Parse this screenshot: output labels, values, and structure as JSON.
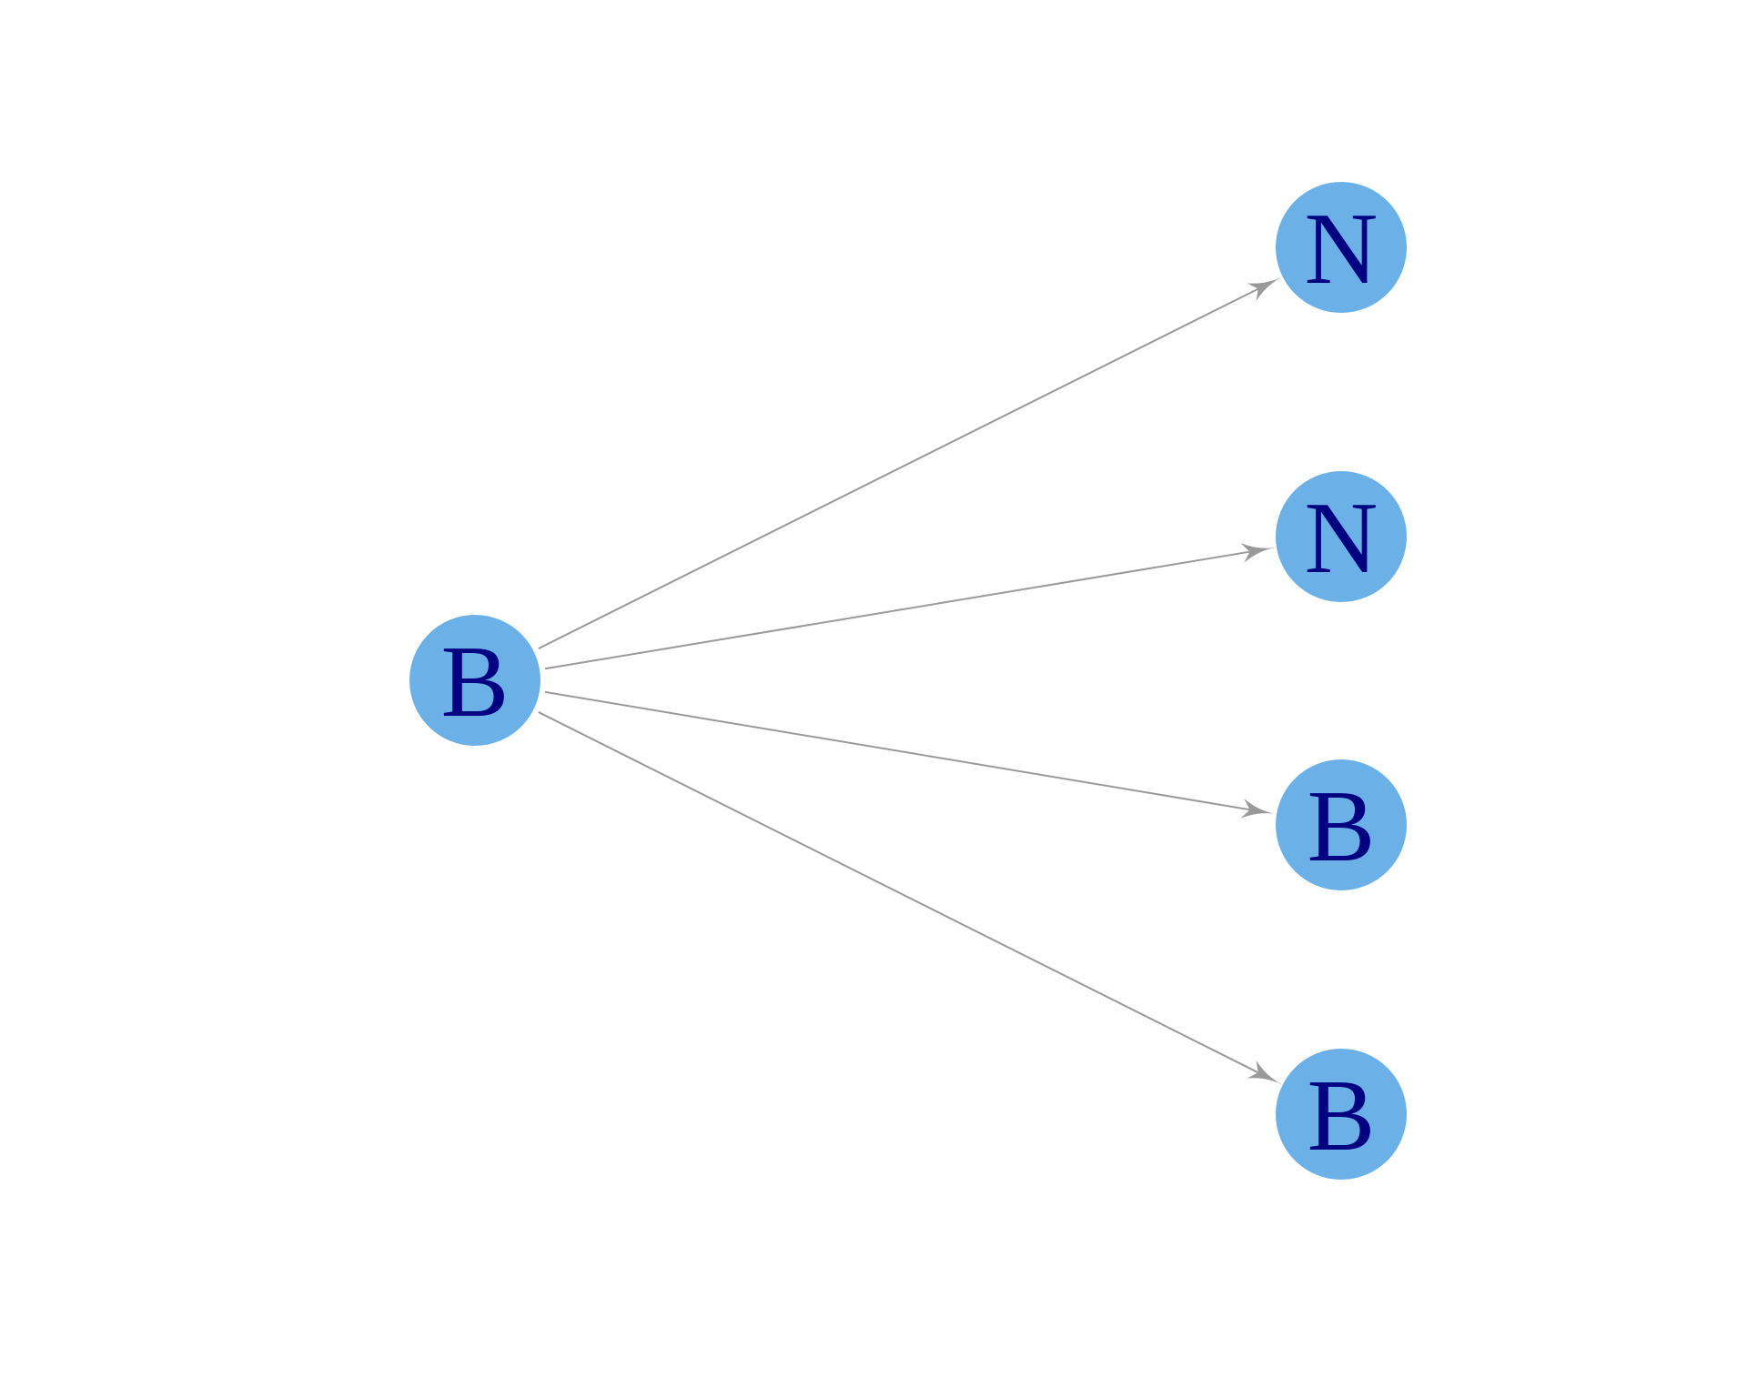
{
  "graph": {
    "colors": {
      "node_fill": "#6bb1e8",
      "label": "#000080",
      "edge": "#999999",
      "background": "#ffffff"
    },
    "nodes": [
      {
        "id": "n0",
        "label": "B"
      },
      {
        "id": "n1",
        "label": "N"
      },
      {
        "id": "n2",
        "label": "N"
      },
      {
        "id": "n3",
        "label": "B"
      },
      {
        "id": "n4",
        "label": "B"
      }
    ],
    "edges": [
      {
        "from": "n0",
        "to": "n1",
        "directed": true
      },
      {
        "from": "n0",
        "to": "n2",
        "directed": true
      },
      {
        "from": "n0",
        "to": "n3",
        "directed": true
      },
      {
        "from": "n0",
        "to": "n4",
        "directed": true
      }
    ]
  }
}
